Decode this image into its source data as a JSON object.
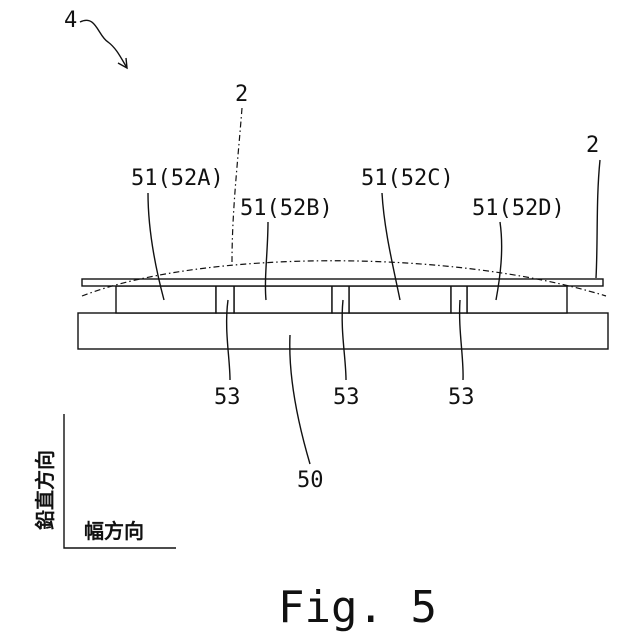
{
  "figure": {
    "caption": "Fig. 5",
    "labels": {
      "assembly": "4",
      "curve_top": "2",
      "curve_right": "2",
      "pad_a": "51(52A)",
      "pad_b": "51(52B)",
      "pad_c": "51(52C)",
      "pad_d": "51(52D)",
      "spacer_1": "53",
      "spacer_2": "53",
      "spacer_3": "53",
      "base": "50"
    },
    "axes": {
      "vertical": "鉛直方向",
      "horizontal": "幅方向"
    }
  }
}
